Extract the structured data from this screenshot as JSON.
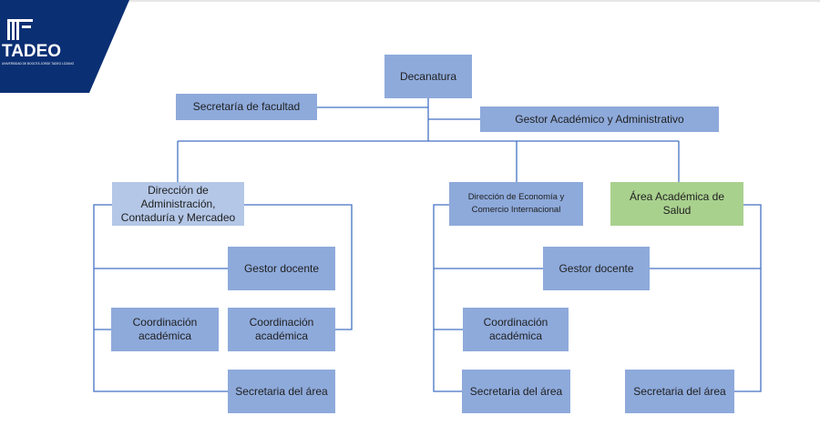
{
  "logo": {
    "brand_text": "TADEO",
    "tagline": "UNIVERSIDAD DE BOGOTÁ JORGE TADEO LOZANO",
    "color": "#0b2f73"
  },
  "boxes": {
    "decanatura": "Decanatura",
    "secretaria_facultad": "Secretaría de facultad",
    "gestor_academico": "Gestor Académico y Administrativo",
    "dir_administracion": "Dirección de\nAdministración,\nContaduría y Mercadeo",
    "dir_economia": "Dirección de Economía y\nComercio Internacional",
    "area_salud": "Área Académica de\nSalud",
    "gestor_docente_left": "Gestor docente",
    "gestor_docente_center": "Gestor docente",
    "coord_left_1": "Coordinación\nacadémica",
    "coord_left_2": "Coordinación\nacadémica",
    "coord_center": "Coordinación\nacadémica",
    "secretaria_left": "Secretaria del área",
    "secretaria_center": "Secretaria del área",
    "secretaria_right": "Secretaria del área"
  },
  "colors": {
    "box_blue": "#8eaadb",
    "box_lightblue": "#b4c7e7",
    "box_green": "#a9d18e",
    "connector": "#4472c4"
  }
}
